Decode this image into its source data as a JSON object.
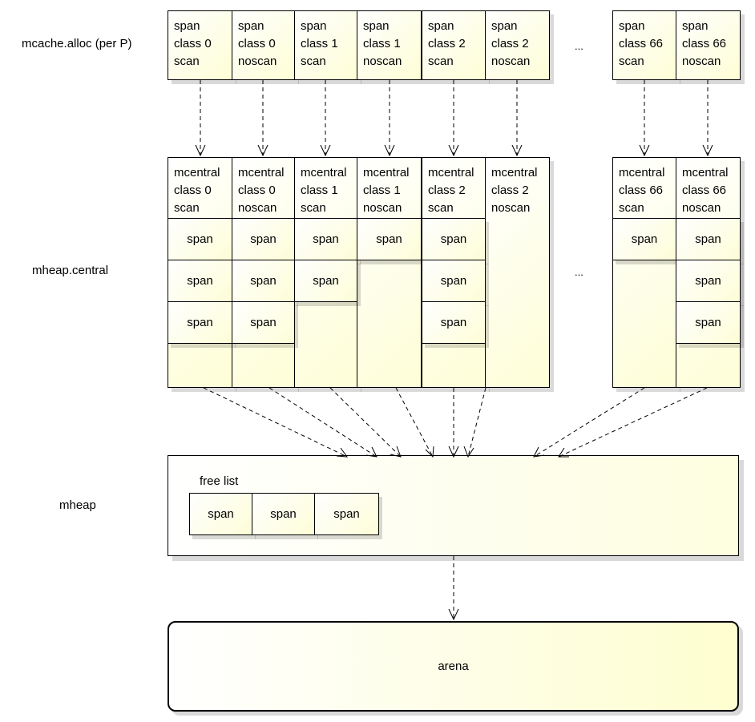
{
  "labels": {
    "mcache": "mcache.alloc (per P)",
    "mheap_central": "mheap.central",
    "mheap": "mheap",
    "free_list": "free list",
    "arena": "arena",
    "ellipsis": "..."
  },
  "mcache": [
    {
      "l1": "span",
      "l2": "class 0",
      "l3": "scan"
    },
    {
      "l1": "span",
      "l2": "class 0",
      "l3": "noscan"
    },
    {
      "l1": "span",
      "l2": "class 1",
      "l3": "scan"
    },
    {
      "l1": "span",
      "l2": "class 1",
      "l3": "noscan"
    },
    {
      "l1": "span",
      "l2": "class 2",
      "l3": "scan"
    },
    {
      "l1": "span",
      "l2": "class 2",
      "l3": "noscan"
    },
    {
      "l1": "span",
      "l2": "class 66",
      "l3": "scan"
    },
    {
      "l1": "span",
      "l2": "class 66",
      "l3": "noscan"
    }
  ],
  "central": [
    {
      "l1": "mcentral",
      "l2": "class 0",
      "l3": "scan",
      "spans": 3
    },
    {
      "l1": "mcentral",
      "l2": "class 0",
      "l3": "noscan",
      "spans": 3
    },
    {
      "l1": "mcentral",
      "l2": "class 1",
      "l3": "scan",
      "spans": 2
    },
    {
      "l1": "mcentral",
      "l2": "class 1",
      "l3": "noscan",
      "spans": 1
    },
    {
      "l1": "mcentral",
      "l2": "class 2",
      "l3": "scan",
      "spans": 3
    },
    {
      "l1": "mcentral",
      "l2": "class 2",
      "l3": "noscan",
      "spans": 0
    },
    {
      "l1": "mcentral",
      "l2": "class 66",
      "l3": "scan",
      "spans": 1
    },
    {
      "l1": "mcentral",
      "l2": "class 66",
      "l3": "noscan",
      "spans": 3
    }
  ],
  "span_label": "span",
  "free_spans": 3,
  "colors": {
    "fill_light": "#ffffff",
    "fill_yellow": "#fefed6",
    "stroke": "#000000"
  }
}
